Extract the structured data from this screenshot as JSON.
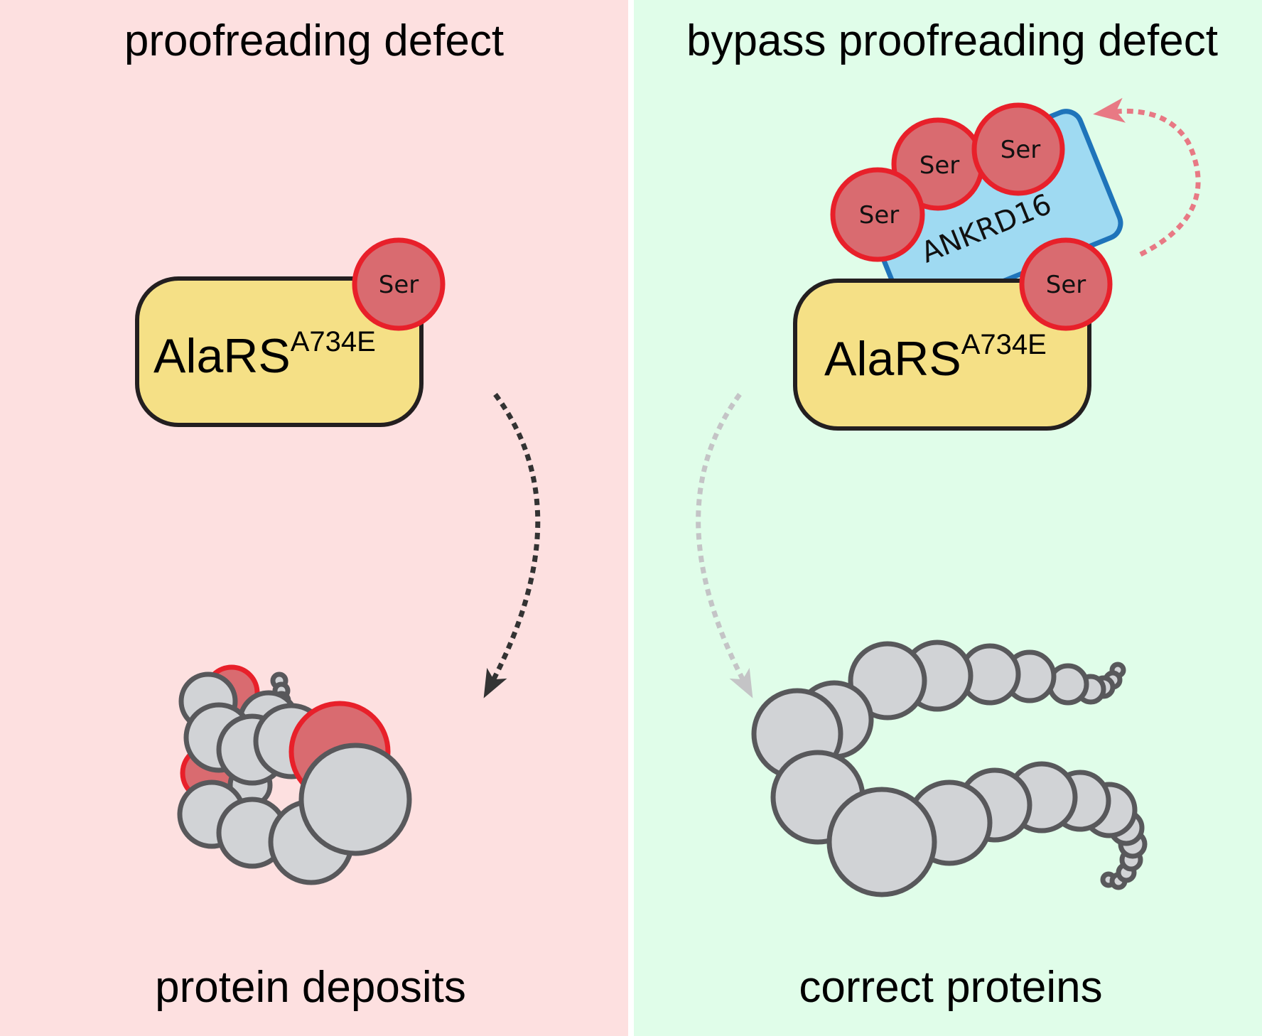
{
  "colors": {
    "left_panel_bg": "#fde0e0",
    "right_panel_bg": "#e0fde9",
    "divider": "#ffffff",
    "enzyme_fill": "#f5e086",
    "enzyme_stroke": "#231f20",
    "ser_fill": "#d96b70",
    "ser_stroke": "#e8202a",
    "ankrd16_fill": "#9fdaf2",
    "ankrd16_stroke": "#1f74ba",
    "bead_fill": "#d1d3d6",
    "bead_stroke": "#58585b",
    "arrow_dark": "#333333",
    "arrow_gray": "#c4c4c6",
    "arrow_pink": "#e87984"
  },
  "left_panel": {
    "title": "proofreading defect",
    "enzyme": {
      "name": "AlaRS",
      "mutation": "A734E"
    },
    "ser_label": "Ser",
    "outcome": "protein deposits"
  },
  "right_panel": {
    "title": "bypass proofreading defect",
    "enzyme": {
      "name": "AlaRS",
      "mutation": "A734E"
    },
    "binding_protein": "ANKRD16",
    "ser_labels": [
      "Ser",
      "Ser",
      "Ser",
      "Ser"
    ],
    "outcome": "correct proteins"
  }
}
